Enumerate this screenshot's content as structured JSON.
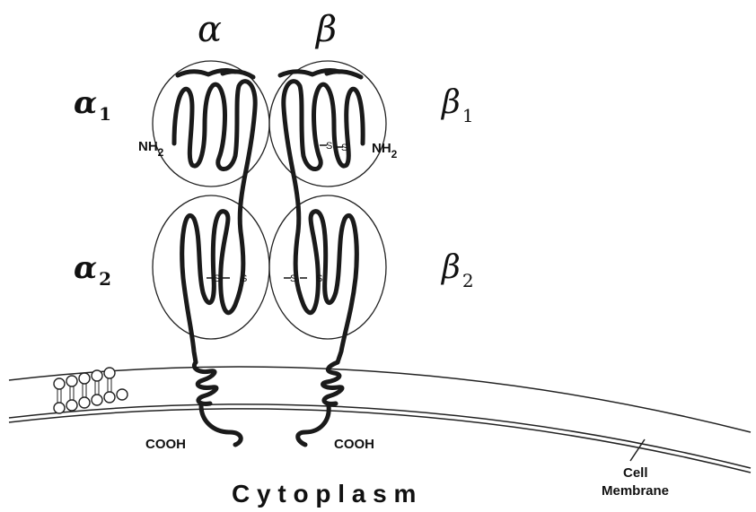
{
  "subunits": {
    "alpha": {
      "header": "α",
      "domain1": "α",
      "domain1_sub": "1",
      "domain2": "α",
      "domain2_sub": "2"
    },
    "beta": {
      "header": "β",
      "domain1": "β",
      "domain1_sub": "1",
      "domain2": "β",
      "domain2_sub": "2"
    }
  },
  "termini": {
    "nh2_main": "NH",
    "nh2_sub": "2",
    "cooh": "COOH"
  },
  "disulfide": {
    "s": "S"
  },
  "membrane": {
    "label_line1": "Cell",
    "label_line2": "Membrane"
  },
  "compartment": {
    "label": "C y t o p l a s m"
  },
  "colors": {
    "ink": "#1a1a1a",
    "background": "#ffffff"
  }
}
